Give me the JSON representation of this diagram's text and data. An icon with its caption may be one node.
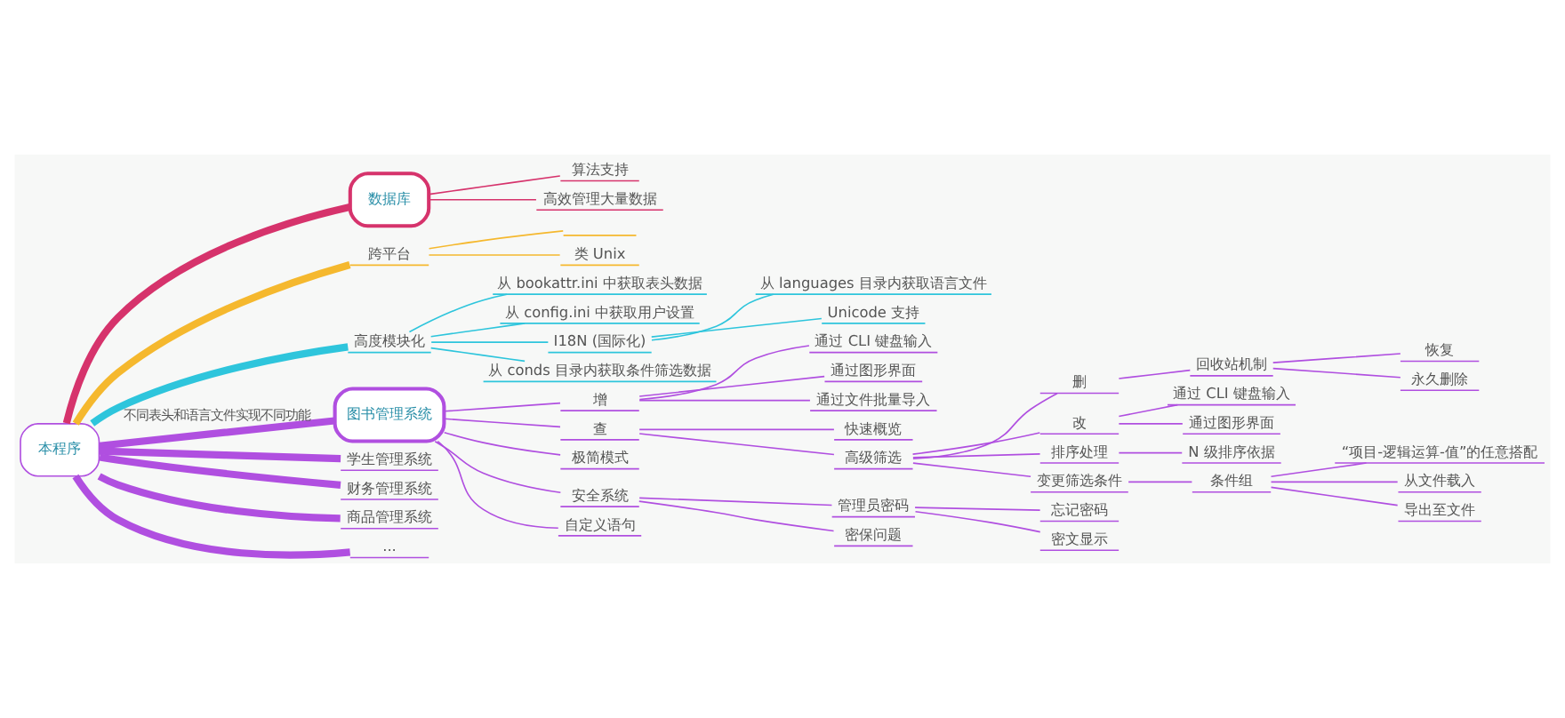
{
  "diagram": {
    "nodes": [
      {
        "text": [
          "本程序"
        ]
      },
      {
        "text": [
          "数据库"
        ]
      },
      {
        "text": [
          "算法支持"
        ]
      },
      {
        "text": [
          "高效管理大量数据"
        ]
      },
      {
        "text": [
          "跨平台"
        ]
      },
      {
        "text": [],
        "shape": "line"
      },
      {
        "text": [
          "类 Unix"
        ]
      },
      {
        "text": [
          "高度模块化"
        ]
      },
      {
        "text": [
          "从 bookattr.ini 中获取表头数据"
        ]
      },
      {
        "text": [
          "从 config.ini 中获取用户设置"
        ]
      },
      {
        "text": [
          "I18N (国际化)"
        ]
      },
      {
        "text": [
          "从 languages 目录内获取语言文件"
        ]
      },
      {
        "text": [
          "Unicode 支持"
        ]
      },
      {
        "text": [
          "从 conds 目录内获取条件筛选数据"
        ]
      },
      {
        "text": [
          "图书管理系统"
        ]
      },
      {
        "text": [
          "增"
        ]
      },
      {
        "text": [
          "通过 CLI 键盘输入"
        ]
      },
      {
        "text": [
          "通过图形界面"
        ]
      },
      {
        "text": [
          "通过文件批量导入"
        ]
      },
      {
        "text": [
          "查"
        ]
      },
      {
        "text": [
          "快速概览"
        ]
      },
      {
        "text": [
          "高级筛选"
        ]
      },
      {
        "text": [
          "删"
        ]
      },
      {
        "text": [
          "回收站机制"
        ]
      },
      {
        "text": [
          "恢复"
        ]
      },
      {
        "text": [
          "永久删除"
        ]
      },
      {
        "text": [
          "改"
        ]
      },
      {
        "text": [
          "通过 CLI 键盘输入"
        ]
      },
      {
        "text": [
          "通过图形界面"
        ]
      },
      {
        "text": [
          "排序处理"
        ]
      },
      {
        "text": [
          "N 级排序依据"
        ]
      },
      {
        "text": [
          "变更筛选条件"
        ]
      },
      {
        "text": [
          "条件组"
        ]
      },
      {
        "text": [
          "“项目-逻辑运算-值”的任意搭配"
        ]
      },
      {
        "text": [
          "从文件载入"
        ]
      },
      {
        "text": [
          "导出至文件"
        ]
      },
      {
        "text": [
          "极简模式"
        ]
      },
      {
        "text": [
          "安全系统"
        ]
      },
      {
        "text": [
          "管理员密码"
        ]
      },
      {
        "text": [
          "忘记密码"
        ]
      },
      {
        "text": [
          "密文显示"
        ]
      },
      {
        "text": [
          "密保问题"
        ]
      },
      {
        "text": [
          "自定义语句"
        ]
      },
      {
        "text": [
          "学生管理系统"
        ]
      },
      {
        "text": [
          "财务管理系统"
        ]
      },
      {
        "text": [
          "商品管理系统"
        ]
      },
      {
        "text": [
          "..."
        ]
      }
    ],
    "edges": [
      {
        "from": 0,
        "to": 1,
        "arrow": "none",
        "style": "thick",
        "color": "#d6336c"
      },
      {
        "from": 1,
        "to": 2,
        "arrow": "none",
        "color": "#d6336c"
      },
      {
        "from": 1,
        "to": 3,
        "arrow": "none",
        "color": "#d6336c"
      },
      {
        "from": 0,
        "to": 4,
        "arrow": "none",
        "style": "thick",
        "color": "#f5b82e"
      },
      {
        "from": 4,
        "to": 5,
        "arrow": "none",
        "color": "#f5b82e"
      },
      {
        "from": 4,
        "to": 6,
        "arrow": "none",
        "color": "#f5b82e"
      },
      {
        "from": 0,
        "to": 7,
        "arrow": "none",
        "style": "thick",
        "color": "#2ec5dc"
      },
      {
        "from": 7,
        "to": 8,
        "arrow": "none",
        "color": "#2ec5dc"
      },
      {
        "from": 7,
        "to": 9,
        "arrow": "none",
        "color": "#2ec5dc"
      },
      {
        "from": 7,
        "to": 10,
        "arrow": "none",
        "color": "#2ec5dc"
      },
      {
        "from": 10,
        "to": 11,
        "arrow": "none",
        "color": "#2ec5dc"
      },
      {
        "from": 10,
        "to": 12,
        "arrow": "none",
        "color": "#2ec5dc"
      },
      {
        "from": 7,
        "to": 13,
        "arrow": "none",
        "color": "#2ec5dc"
      },
      {
        "from": 0,
        "to": 14,
        "arrow": "none",
        "style": "thick",
        "label": "不同表头和语言文件实现不同功能"
      },
      {
        "from": 14,
        "to": 15,
        "arrow": "none"
      },
      {
        "from": 15,
        "to": 16,
        "arrow": "none"
      },
      {
        "from": 15,
        "to": 17,
        "arrow": "none"
      },
      {
        "from": 15,
        "to": 18,
        "arrow": "none"
      },
      {
        "from": 14,
        "to": 19,
        "arrow": "none"
      },
      {
        "from": 19,
        "to": 20,
        "arrow": "none"
      },
      {
        "from": 19,
        "to": 21,
        "arrow": "none"
      },
      {
        "from": 21,
        "to": 22,
        "arrow": "none"
      },
      {
        "from": 22,
        "to": 23,
        "arrow": "none"
      },
      {
        "from": 23,
        "to": 24,
        "arrow": "none"
      },
      {
        "from": 23,
        "to": 25,
        "arrow": "none"
      },
      {
        "from": 21,
        "to": 26,
        "arrow": "none"
      },
      {
        "from": 26,
        "to": 27,
        "arrow": "none"
      },
      {
        "from": 26,
        "to": 28,
        "arrow": "none"
      },
      {
        "from": 21,
        "to": 29,
        "arrow": "none"
      },
      {
        "from": 29,
        "to": 30,
        "arrow": "none"
      },
      {
        "from": 21,
        "to": 31,
        "arrow": "none"
      },
      {
        "from": 31,
        "to": 32,
        "arrow": "none"
      },
      {
        "from": 32,
        "to": 33,
        "arrow": "none"
      },
      {
        "from": 32,
        "to": 34,
        "arrow": "none"
      },
      {
        "from": 32,
        "to": 35,
        "arrow": "none"
      },
      {
        "from": 14,
        "to": 36,
        "arrow": "none"
      },
      {
        "from": 14,
        "to": 37,
        "arrow": "none"
      },
      {
        "from": 37,
        "to": 38,
        "arrow": "none"
      },
      {
        "from": 38,
        "to": 39,
        "arrow": "none"
      },
      {
        "from": 38,
        "to": 40,
        "arrow": "none"
      },
      {
        "from": 37,
        "to": 41,
        "arrow": "none"
      },
      {
        "from": 14,
        "to": 42,
        "arrow": "none"
      },
      {
        "from": 0,
        "to": 43,
        "arrow": "none",
        "style": "thick"
      },
      {
        "from": 0,
        "to": 44,
        "arrow": "none",
        "style": "thick"
      },
      {
        "from": 0,
        "to": 45,
        "arrow": "none",
        "style": "thick"
      },
      {
        "from": 0,
        "to": 46,
        "arrow": "none",
        "style": "thick"
      }
    ]
  }
}
